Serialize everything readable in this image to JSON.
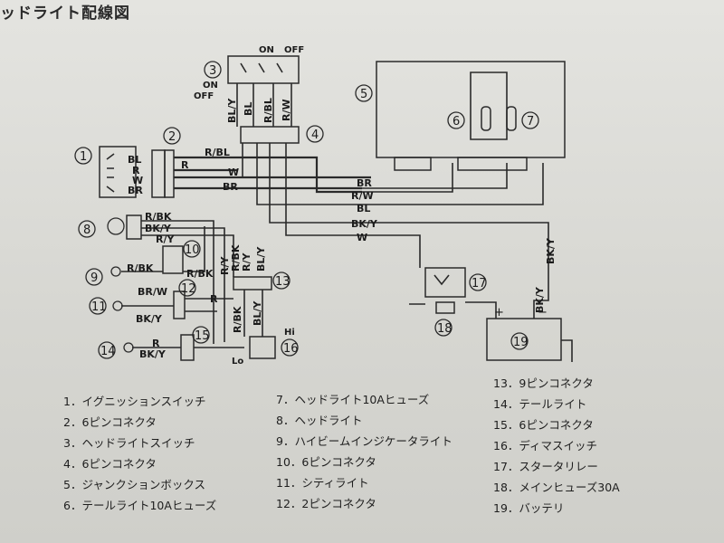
{
  "page_title": "ッドライト配線図",
  "component_numbers": [
    "1",
    "2",
    "3",
    "4",
    "5",
    "6",
    "7",
    "8",
    "9",
    "10",
    "11",
    "12",
    "13",
    "14",
    "15",
    "16",
    "17",
    "18",
    "19"
  ],
  "wire_labels": {
    "sw1_bl": "BL",
    "sw1_r": "R",
    "sw1_w": "W",
    "sw1_br": "BR",
    "rbl": "R/BL",
    "r": "R",
    "w": "W",
    "br": "BR",
    "sw3_bly": "BL/Y",
    "sw3_bl": "BL",
    "sw3_rbl": "R/BL",
    "sw3_rw": "R/W",
    "bus_br": "BR",
    "bus_rw": "R/W",
    "bus_bl": "BL",
    "bus_bky": "BK/Y",
    "bus_w": "W",
    "c8_rbk": "R/BK",
    "c8_bky": "BK/Y",
    "c8_ry": "R/Y",
    "c9_rbk": "R/BK",
    "c9_rbk2": "R/BK",
    "c9_ry": "R/Y",
    "c11_brw": "BR/W",
    "c11_r": "R",
    "c11_bky": "BK/Y",
    "c13_rbk": "R/BK",
    "c13_ry": "R/Y",
    "c13_bly": "BL/Y",
    "c14_r": "R",
    "c14_bky": "BK/Y",
    "c16_rbk": "R/BK",
    "c16_bly": "BL/Y",
    "c17_bky": "BK/Y",
    "c17_bky2": "BK/Y"
  },
  "switch_labels": {
    "on": "ON",
    "off": "OFF",
    "on2": "ON",
    "off2": "OFF",
    "hi": "Hi",
    "lo": "Lo"
  },
  "battery_plus": "+",
  "battery_minus": "−",
  "legend": [
    "1．イグニッションスイッチ",
    "2．6ピンコネクタ",
    "3．ヘッドライトスイッチ",
    "4．6ピンコネクタ",
    "5．ジャンクションボックス",
    "6．テールライト10Aヒューズ",
    "7．ヘッドライト10Aヒューズ",
    "8．ヘッドライト",
    "9．ハイビームインジケータライト",
    "10．6ピンコネクタ",
    "11．シティライト",
    "12．2ピンコネクタ",
    "13．9ピンコネクタ",
    "14．テールライト",
    "15．6ピンコネクタ",
    "16．ディマスイッチ",
    "17．スタータリレー",
    "18．メインヒューズ30A",
    "19．バッテリ"
  ]
}
